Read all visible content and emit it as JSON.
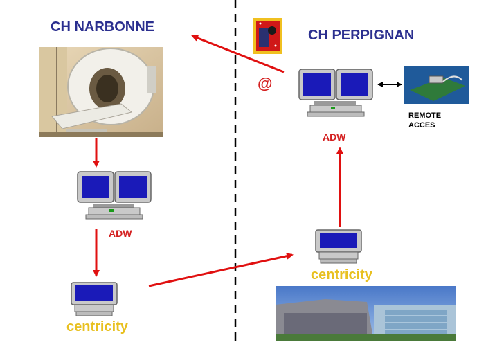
{
  "sites": {
    "left": {
      "title": "CH NARBONNE"
    },
    "right": {
      "title": "CH PERPIGNAN"
    }
  },
  "labels": {
    "adw_left": "ADW",
    "adw_right": "ADW",
    "centricity_left": "centricity",
    "centricity_right": "centricity",
    "remote_access_line1": "REMOTE",
    "remote_access_line2": "ACCES",
    "email_symbol": "@"
  },
  "icons": {
    "ct_scanner": "ct-scanner-photo",
    "workstation_dual": "dual-monitor-workstation-icon",
    "workstation_single": "single-monitor-workstation-icon",
    "remote_device": "remote-access-device-photo",
    "hospital": "hospital-building-photo",
    "logo": "catalonia-stamp-logo"
  },
  "colors": {
    "title": "#2b2f8f",
    "arrow": "#e01010",
    "adw": "#d42020",
    "centricity": "#e8c020",
    "divider": "#000000"
  }
}
